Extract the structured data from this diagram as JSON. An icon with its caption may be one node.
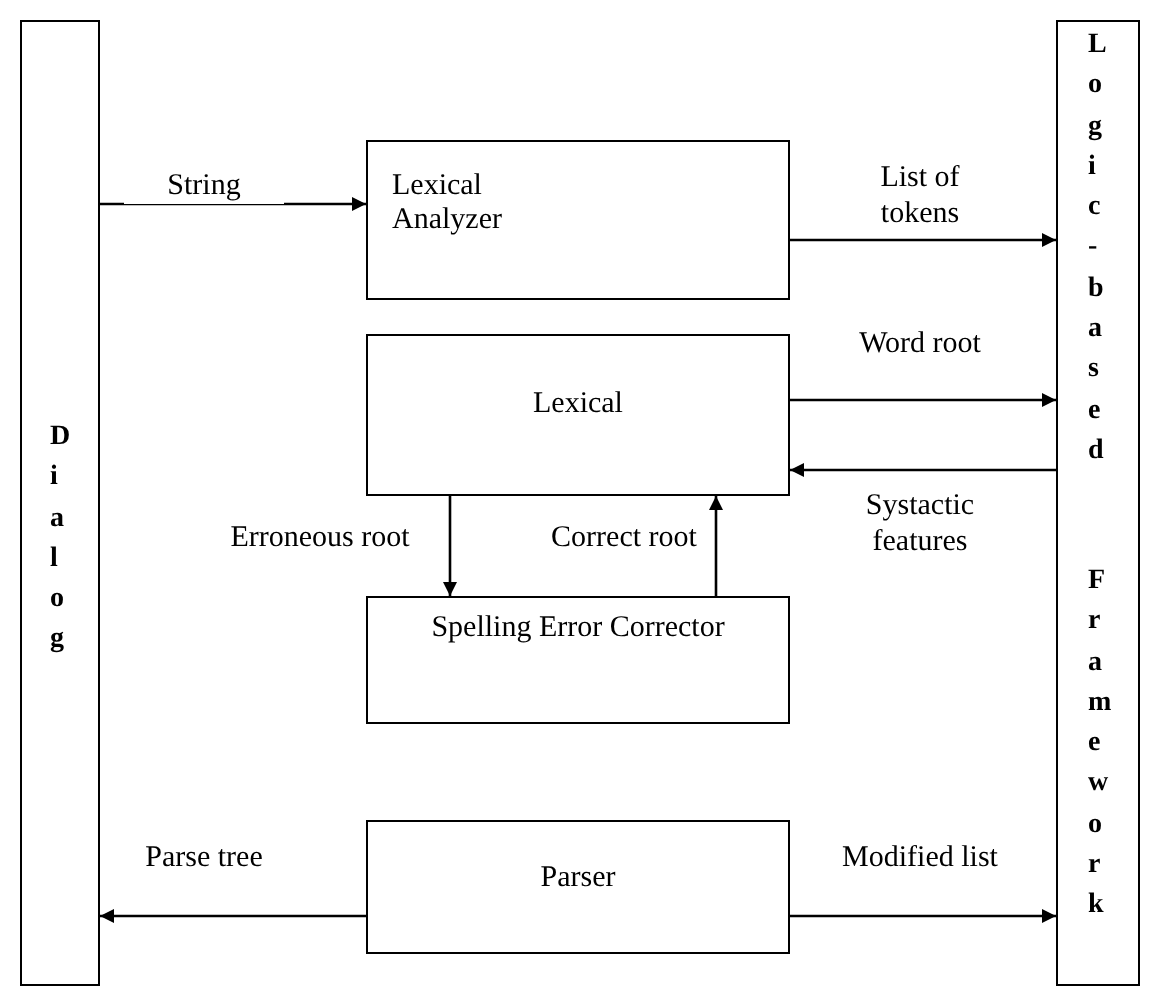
{
  "diagram": {
    "nodes": [
      {
        "text": [
          "Dialog"
        ]
      },
      {
        "text": [
          "Lexical Analyzer"
        ]
      },
      {
        "text": [
          "Lexical"
        ]
      },
      {
        "text": [
          "Spelling Error Corrector"
        ]
      },
      {
        "text": [
          "Parser"
        ]
      },
      {
        "text": [
          "Logic-based",
          "Framework"
        ]
      }
    ],
    "edges": [
      {
        "from": 0,
        "to": 1,
        "arrow": "to",
        "label": "String"
      },
      {
        "from": 1,
        "to": 5,
        "arrow": "to",
        "label": "List of tokens"
      },
      {
        "from": 2,
        "to": 5,
        "arrow": "to",
        "label": "Word root"
      },
      {
        "from": 5,
        "to": 2,
        "arrow": "to",
        "label": "Systactic features"
      },
      {
        "from": 2,
        "to": 3,
        "arrow": "to",
        "label": "Erroneous root"
      },
      {
        "from": 3,
        "to": 2,
        "arrow": "to",
        "label": "Correct root"
      },
      {
        "from": 4,
        "to": 0,
        "arrow": "to",
        "label": "Parse tree"
      },
      {
        "from": 4,
        "to": 5,
        "arrow": "to",
        "label": "Modified list"
      }
    ]
  }
}
